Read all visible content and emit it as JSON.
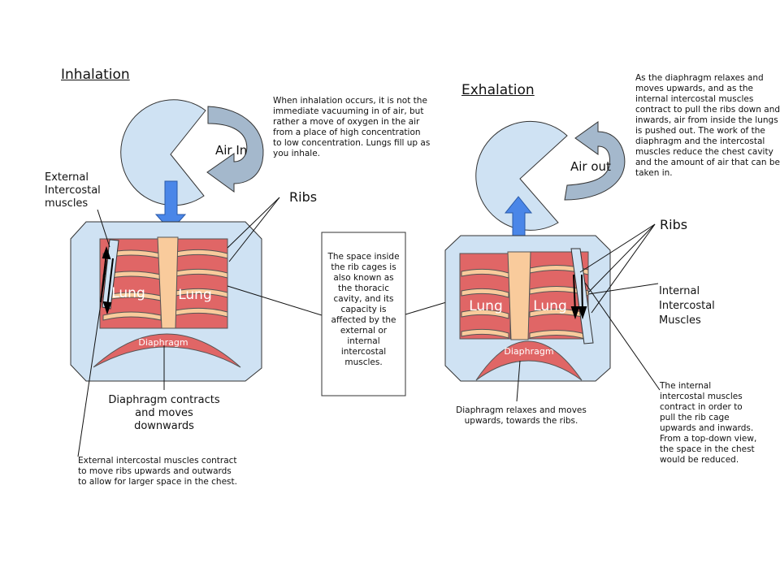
{
  "inhalation": {
    "title": "Inhalation",
    "air_label": "Air In",
    "explanation": "When inhalation occurs, it is not the immediate vacuuming in of air, but rather a move of oxygen in the air from a place of high concentration to low concentration. Lungs fill up as you inhale.",
    "external_intercostal_label": "External Intercostal muscles",
    "ribs_label": "Ribs",
    "lung_left": "Lung",
    "lung_right": "Lung",
    "diaphragm": "Diaphragm",
    "diaphragm_note": "Diaphragm contracts and moves downwards",
    "external_note": "External intercostal muscles contract to move ribs upwards and outwards to allow for larger space in the chest."
  },
  "center_box": {
    "text": "The space inside the rib cages is also known as the thoracic cavity, and its capacity is affected by the external or internal intercostal muscles."
  },
  "exhalation": {
    "title": "Exhalation",
    "air_label": "Air out",
    "explanation": "As the diaphragm relaxes and moves upwards, and as the internal intercostal muscles contract to pull the ribs down and inwards, air from inside the lungs is pushed out. The work of the diaphragm and the intercostal muscles reduce the chest cavity and the amount of air that can be taken in.",
    "ribs_label": "Ribs",
    "internal_intercostal_label": "Internal Intercostal Muscles",
    "lung_left": "Lung",
    "lung_right": "Lung",
    "diaphragm": "Diaphragm",
    "diaphragm_note": "Diaphragm relaxes and moves upwards, towards the ribs.",
    "internal_note": "The internal intercostal muscles contract in order to pull the rib cage upwards and inwards. From a top-down view, the space in the chest would be reduced."
  },
  "colors": {
    "body": "#cfe2f3",
    "lung": "#e06666",
    "spine": "#f9cb9c",
    "arrow": "#4a86e8",
    "airflow": "#a4b8cc"
  }
}
